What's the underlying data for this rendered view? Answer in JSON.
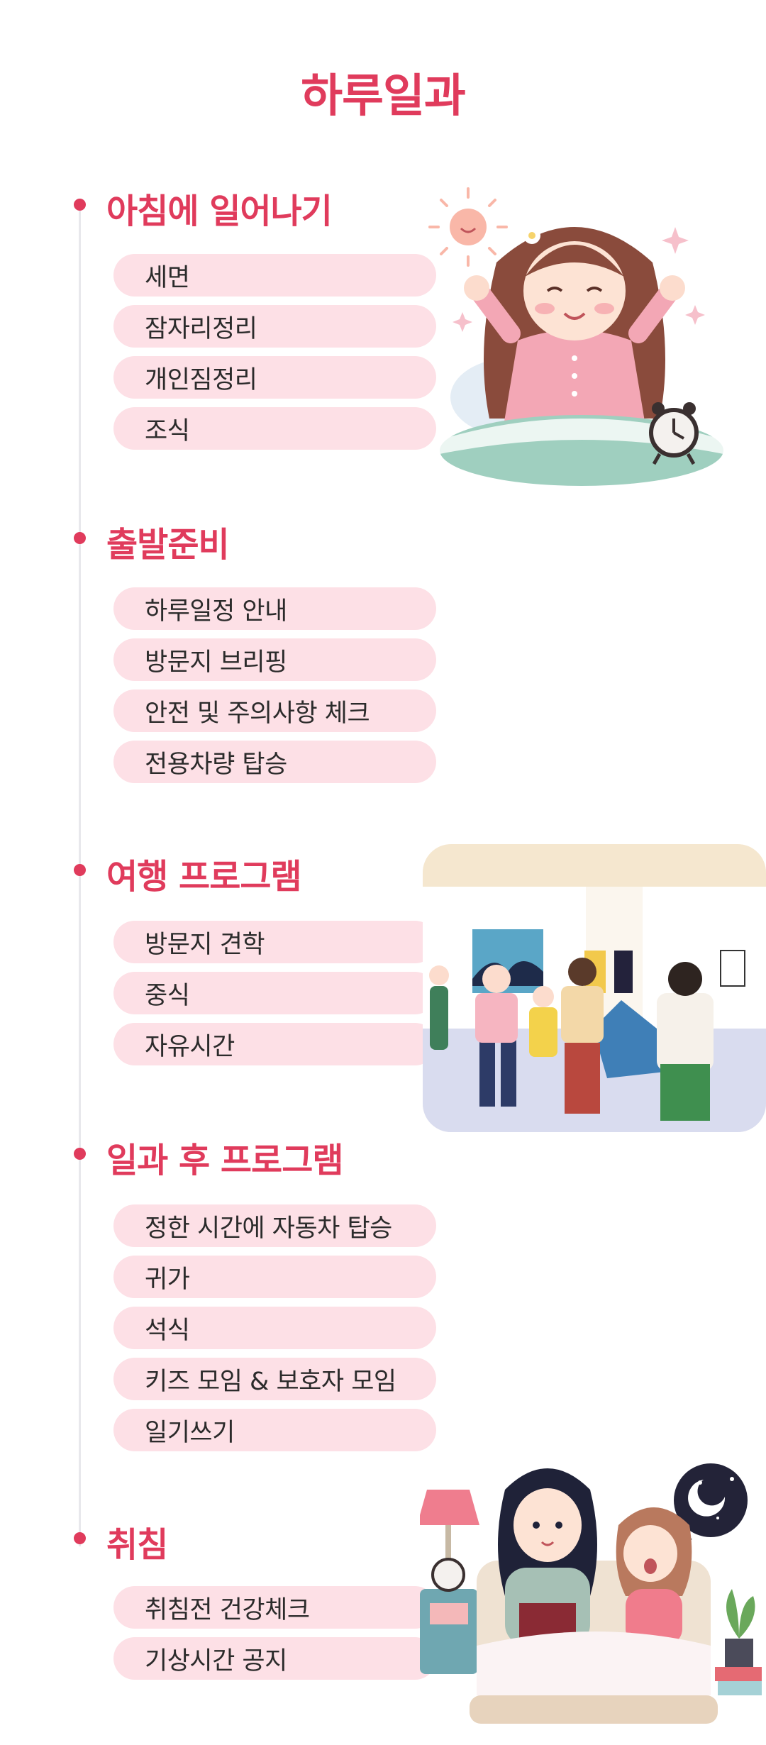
{
  "page_title": "하루일과",
  "sections": [
    {
      "title": "아침에 일어나기",
      "items": [
        "세면",
        "잠자리정리",
        "개인짐정리",
        "조식"
      ]
    },
    {
      "title": "출발준비",
      "items": [
        "하루일정 안내",
        "방문지 브리핑",
        "안전 및 주의사항 체크",
        "전용차량 탑승"
      ]
    },
    {
      "title": "여행 프로그램",
      "items": [
        "방문지 견학",
        "중식",
        "자유시간"
      ]
    },
    {
      "title": "일과 후 프로그램",
      "items": [
        "정한 시간에 자동차 탑승",
        "귀가",
        "석식",
        "키즈 모임 & 보호자 모임",
        "일기쓰기"
      ]
    },
    {
      "title": "취침",
      "items": [
        "취침전 건강체크",
        "기상시간 공지"
      ]
    }
  ],
  "colors": {
    "accent": "#e03b5c",
    "pill_bg": "#fde0e6",
    "item_text": "#2b2b2b"
  },
  "illustrations": {
    "morning": "girl-waking-up-illustration",
    "travel": "museum-visit-illustration",
    "bedtime": "bedtime-story-illustration"
  }
}
